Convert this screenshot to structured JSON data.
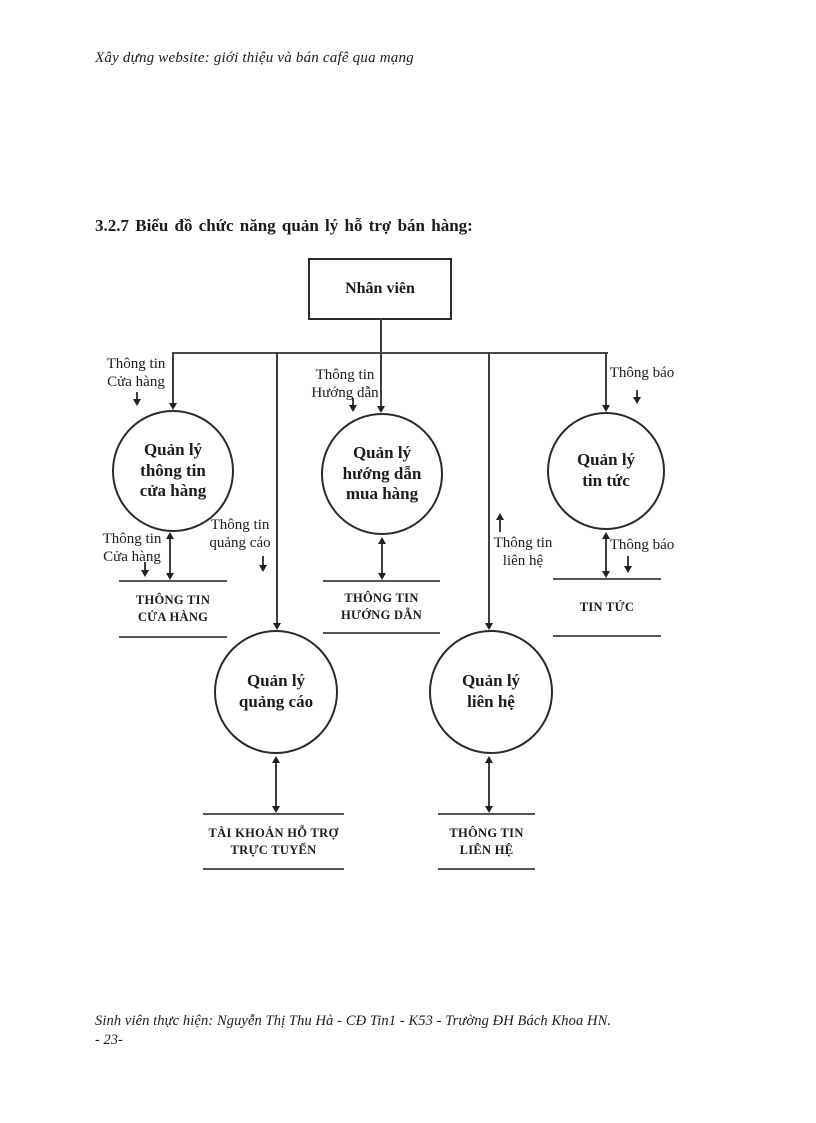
{
  "page": {
    "header": "Xây dựng website: giới thiệu và bán cafê qua mạng",
    "section_title": "3.2.7 Biểu đồ chức năng quản lý hỗ trợ bán hàng:",
    "footer": "Sinh viên thực hiện: Nguyễn Thị Thu Hà - CĐ Tin1 - K53 - Trường ĐH Bách Khoa HN.",
    "page_number": "- 23-"
  },
  "diagram": {
    "entity_label": "Nhân viên",
    "processes": [
      {
        "lines": [
          "Quản lý",
          "thông tin",
          "cửa hàng"
        ]
      },
      {
        "lines": [
          "Quản lý",
          "hướng dẫn",
          "mua hàng"
        ]
      },
      {
        "lines": [
          "Quản lý",
          "tin tức"
        ]
      },
      {
        "lines": [
          "Quản lý",
          "quảng cáo"
        ]
      },
      {
        "lines": [
          "Quản lý",
          "liên hệ"
        ]
      }
    ],
    "datastores": [
      {
        "lines": [
          "THÔNG TIN",
          "CỬA HÀNG"
        ]
      },
      {
        "lines": [
          "THÔNG TIN",
          "HƯỚNG DẪN"
        ]
      },
      {
        "lines": [
          "TIN TỨC"
        ]
      },
      {
        "lines": [
          "TÀI KHOẢN HỖ TRỢ",
          "TRỰC TUYẾN"
        ]
      },
      {
        "lines": [
          "THÔNG TIN",
          "LIÊN HỆ"
        ]
      }
    ],
    "flow_labels": [
      {
        "lines": [
          "Thông tin",
          "Cửa hàng"
        ]
      },
      {
        "lines": [
          "Thông tin",
          "Hướng dẫn"
        ]
      },
      {
        "lines": [
          "Thông báo"
        ]
      },
      {
        "lines": [
          "Thông tin",
          "Cửa hàng"
        ]
      },
      {
        "lines": [
          "Thông tin",
          "quảng cáo"
        ]
      },
      {
        "lines": [
          "Thông tin",
          "liên hệ"
        ]
      },
      {
        "lines": [
          "Thông báo"
        ]
      }
    ]
  },
  "colors": {
    "ink": "#1c1c1c",
    "line": "#3f3f3f",
    "paper": "#ffffff"
  }
}
